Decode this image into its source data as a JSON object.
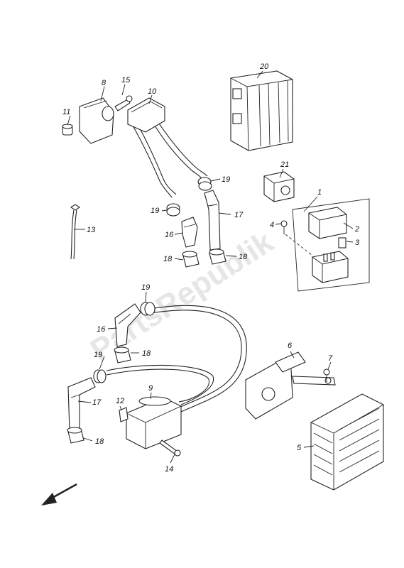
{
  "watermark": "PartsRepublik",
  "callouts": [
    {
      "id": "c1",
      "label": "1"
    },
    {
      "id": "c2",
      "label": "2"
    },
    {
      "id": "c3",
      "label": "3"
    },
    {
      "id": "c4",
      "label": "4"
    },
    {
      "id": "c5",
      "label": "5"
    },
    {
      "id": "c6",
      "label": "6"
    },
    {
      "id": "c7",
      "label": "7"
    },
    {
      "id": "c8",
      "label": "8"
    },
    {
      "id": "c9",
      "label": "9"
    },
    {
      "id": "c10",
      "label": "10"
    },
    {
      "id": "c11",
      "label": "11"
    },
    {
      "id": "c12",
      "label": "12"
    },
    {
      "id": "c13",
      "label": "13"
    },
    {
      "id": "c14",
      "label": "14"
    },
    {
      "id": "c15",
      "label": "15"
    },
    {
      "id": "c16a",
      "label": "16"
    },
    {
      "id": "c16b",
      "label": "16"
    },
    {
      "id": "c17a",
      "label": "17"
    },
    {
      "id": "c17b",
      "label": "17"
    },
    {
      "id": "c18a",
      "label": "18"
    },
    {
      "id": "c18b",
      "label": "18"
    },
    {
      "id": "c18c",
      "label": "18"
    },
    {
      "id": "c18d",
      "label": "18"
    },
    {
      "id": "c19a",
      "label": "19"
    },
    {
      "id": "c19b",
      "label": "19"
    },
    {
      "id": "c19c",
      "label": "19"
    },
    {
      "id": "c19d",
      "label": "19"
    },
    {
      "id": "c20",
      "label": "20"
    },
    {
      "id": "c21",
      "label": "21"
    }
  ]
}
